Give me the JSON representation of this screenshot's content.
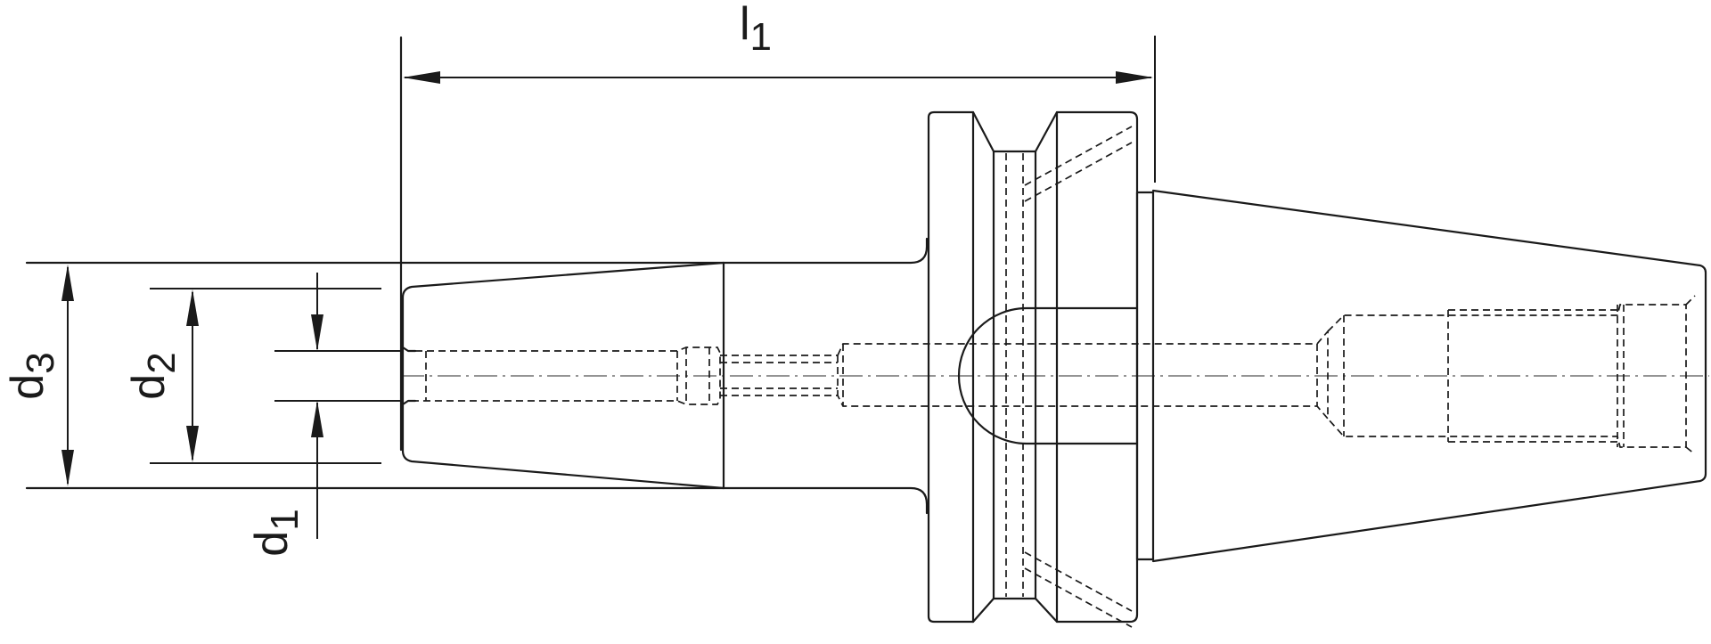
{
  "drawing": {
    "colors": {
      "line": "#1a1a1a",
      "centerline": "#555555",
      "background": "#ffffff"
    },
    "dimensions": {
      "l1": {
        "letter": "l",
        "sub": "1"
      },
      "d1": {
        "letter": "d",
        "sub": "1"
      },
      "d2": {
        "letter": "d",
        "sub": "2"
      },
      "d3": {
        "letter": "d",
        "sub": "3"
      }
    }
  }
}
